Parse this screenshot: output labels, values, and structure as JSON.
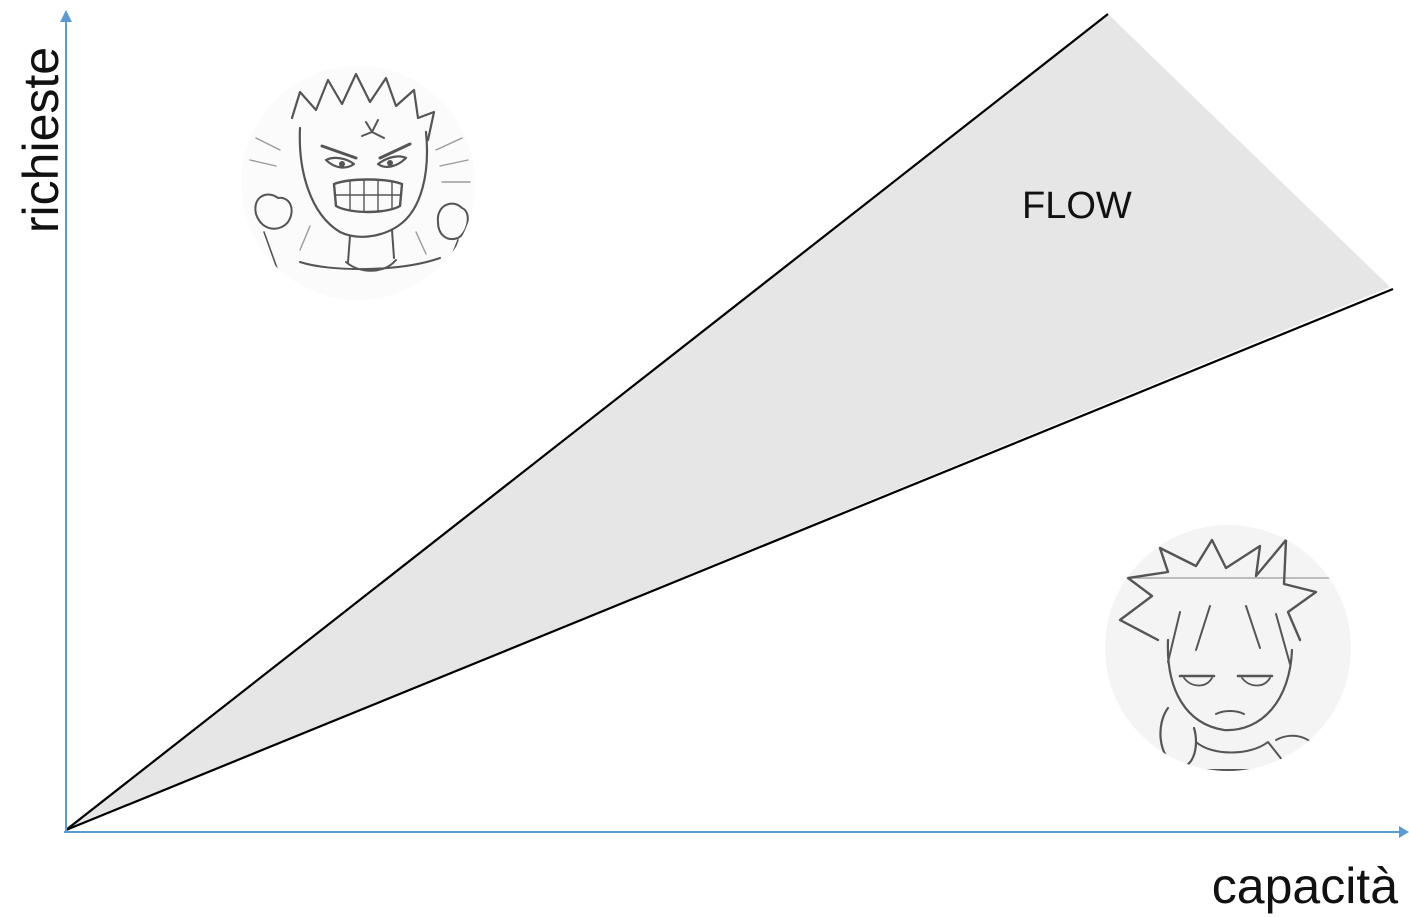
{
  "diagram": {
    "zone_label": "FLOW",
    "x_axis_label": "capacità",
    "y_axis_label": "richieste",
    "colors": {
      "axis": "#5b9bd5",
      "zone_fill": "#e6e6e6",
      "boundary": "#000000",
      "text": "#111111"
    },
    "illustrations": [
      {
        "name": "angry-face-icon",
        "meaning": "anxiety"
      },
      {
        "name": "bored-face-icon",
        "meaning": "boredom"
      }
    ]
  }
}
